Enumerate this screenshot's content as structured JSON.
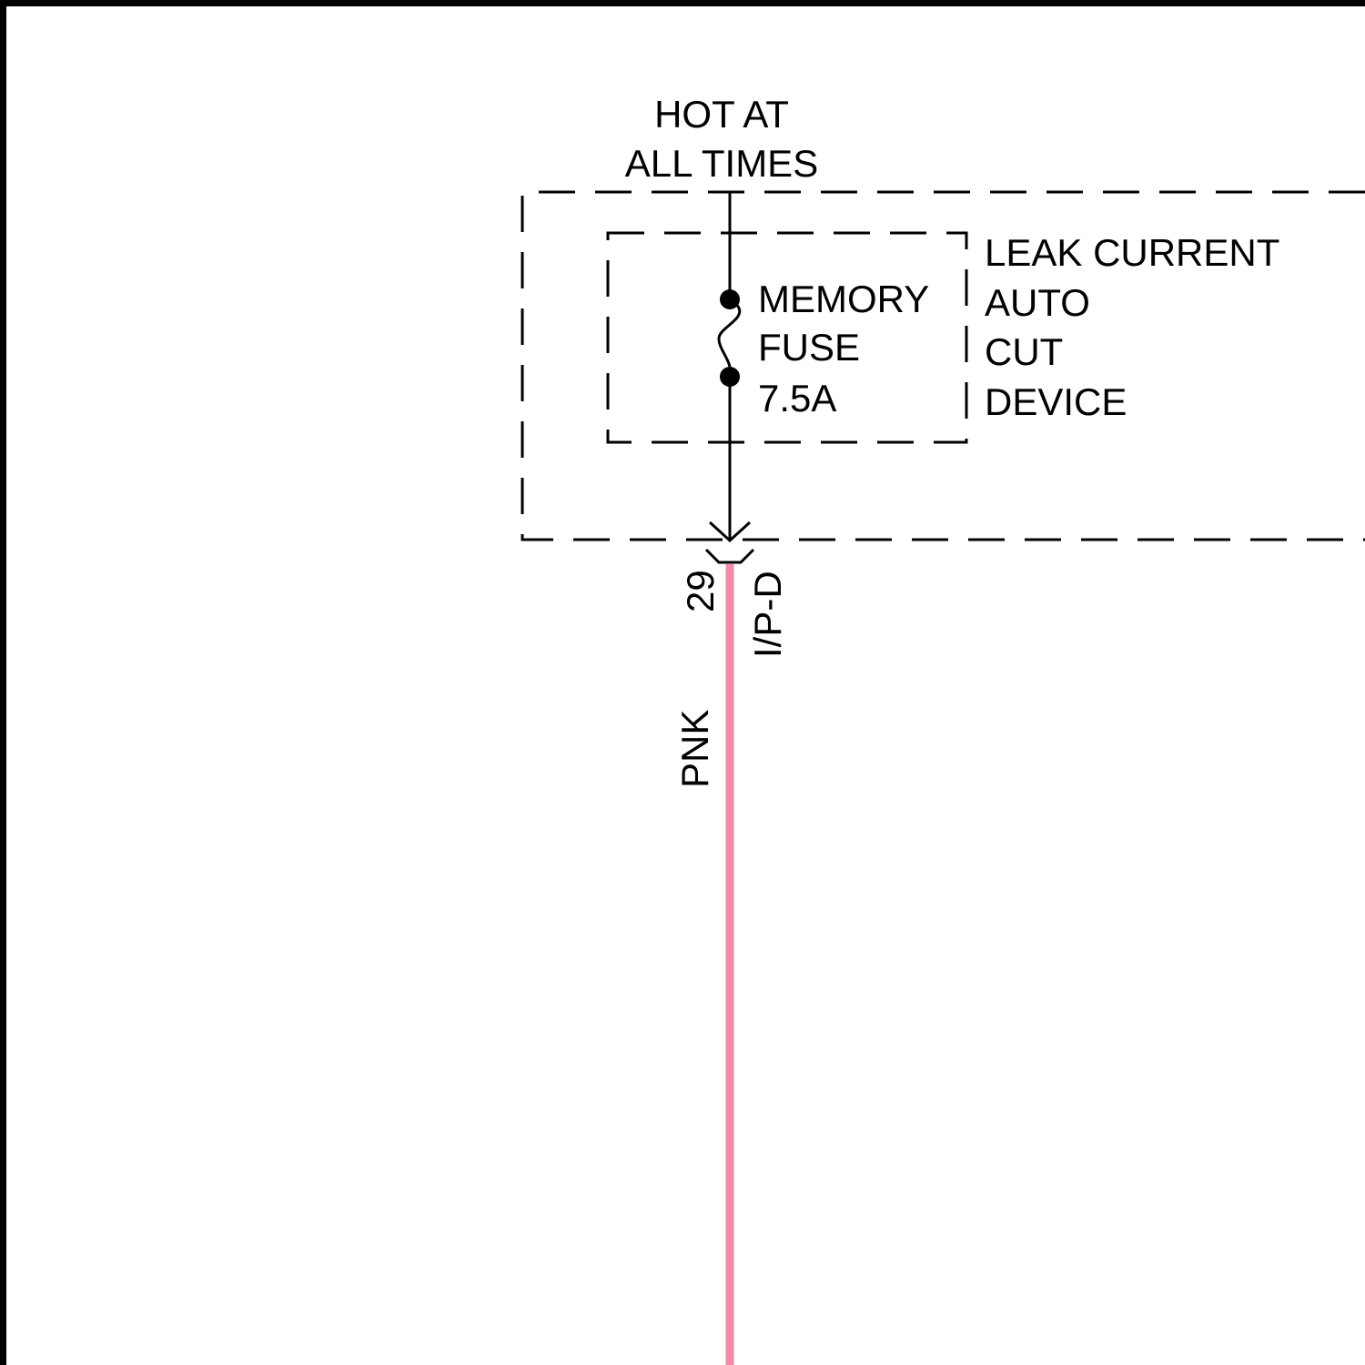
{
  "supply": {
    "line1": "HOT AT",
    "line2": "ALL TIMES"
  },
  "fuse": {
    "name_line1": "MEMORY",
    "name_line2": "FUSE",
    "rating": "7.5A"
  },
  "device": {
    "line1": "LEAK CURRENT",
    "line2": "AUTO",
    "line3": "CUT",
    "line4": "DEVICE"
  },
  "connector": {
    "pin": "29",
    "id": "I/P-D"
  },
  "wire": {
    "color_code": "PNK",
    "color_hex": "#f48aa8"
  },
  "colors": {
    "ink": "#000000",
    "background": "#ffffff"
  }
}
